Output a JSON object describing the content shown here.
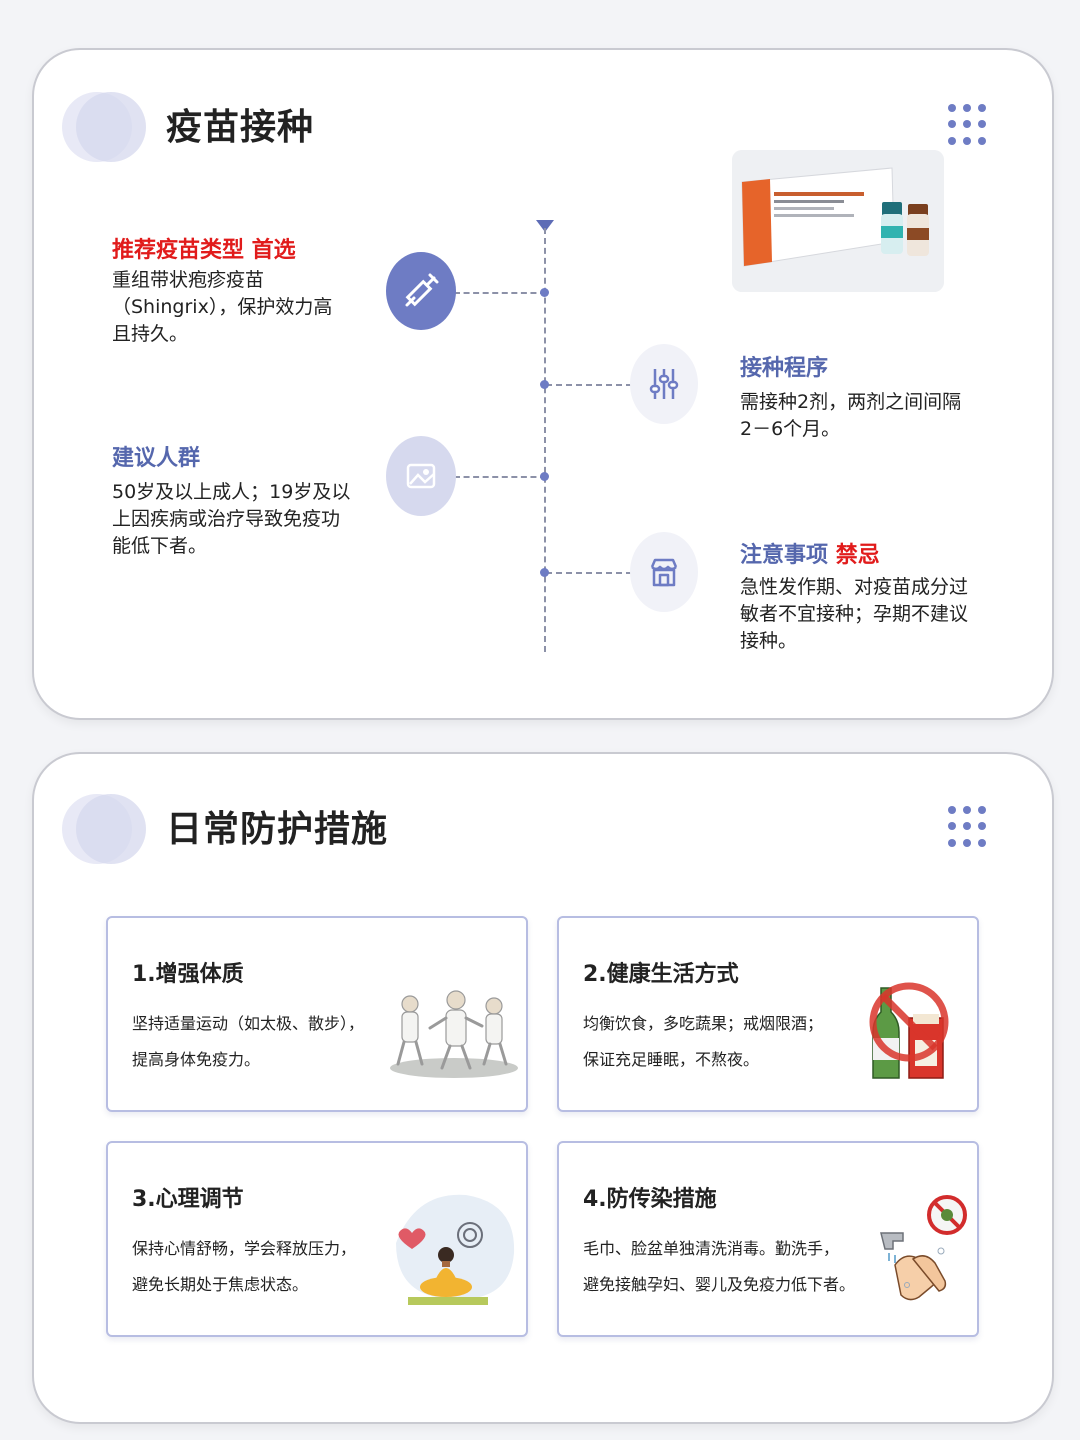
{
  "vaccine_section": {
    "title": "疫苗接种",
    "items": [
      {
        "label_red": "推荐疫苗类型 首选",
        "lines": [
          "重组带状疱疹疫苗",
          "（Shingrix），保护效力高",
          "且持久。"
        ],
        "icon": "syringe-icon"
      },
      {
        "label_blue": "建议人群",
        "lines": [
          "50岁及以上成人；19岁及以",
          "上因疾病或治疗导致免疫功",
          "能低下者。"
        ],
        "icon": "image-icon"
      },
      {
        "label_blue": "接种程序",
        "lines": [
          "需接种2剂，两剂之间间隔",
          "2－6个月。"
        ],
        "icon": "sliders-icon"
      },
      {
        "label_blue": "注意事项",
        "label_red": "禁忌",
        "lines": [
          "急性发作期、对疫苗成分过",
          "敏者不宜接种；孕期不建议",
          "接种。"
        ],
        "icon": "store-icon"
      }
    ]
  },
  "daily_section": {
    "title": "日常防护措施",
    "cards": [
      {
        "title": "1.增强体质",
        "lines": [
          "坚持适量运动（如太极、散步），",
          "提高身体免疫力。"
        ],
        "illustration": "tai-chi-illustration"
      },
      {
        "title": "2.健康生活方式",
        "lines": [
          "均衡饮食，多吃蔬果；戒烟限酒；",
          "保证充足睡眠，不熬夜。"
        ],
        "illustration": "no-smoking-drinking-illustration"
      },
      {
        "title": "3.心理调节",
        "lines": [
          "保持心情舒畅，学会释放压力，",
          "避免长期处于焦虑状态。"
        ],
        "illustration": "meditation-illustration"
      },
      {
        "title": "4.防传染措施",
        "lines": [
          "毛巾、脸盆单独清洗消毒。勤洗手，",
          "避免接触孕妇、婴儿及免疫力低下者。"
        ],
        "illustration": "handwashing-illustration"
      }
    ]
  },
  "colors": {
    "accent": "#6e7cc4",
    "label_blue": "#5567ad",
    "label_red": "#e11b1b",
    "card_border": "#b7bde2"
  }
}
